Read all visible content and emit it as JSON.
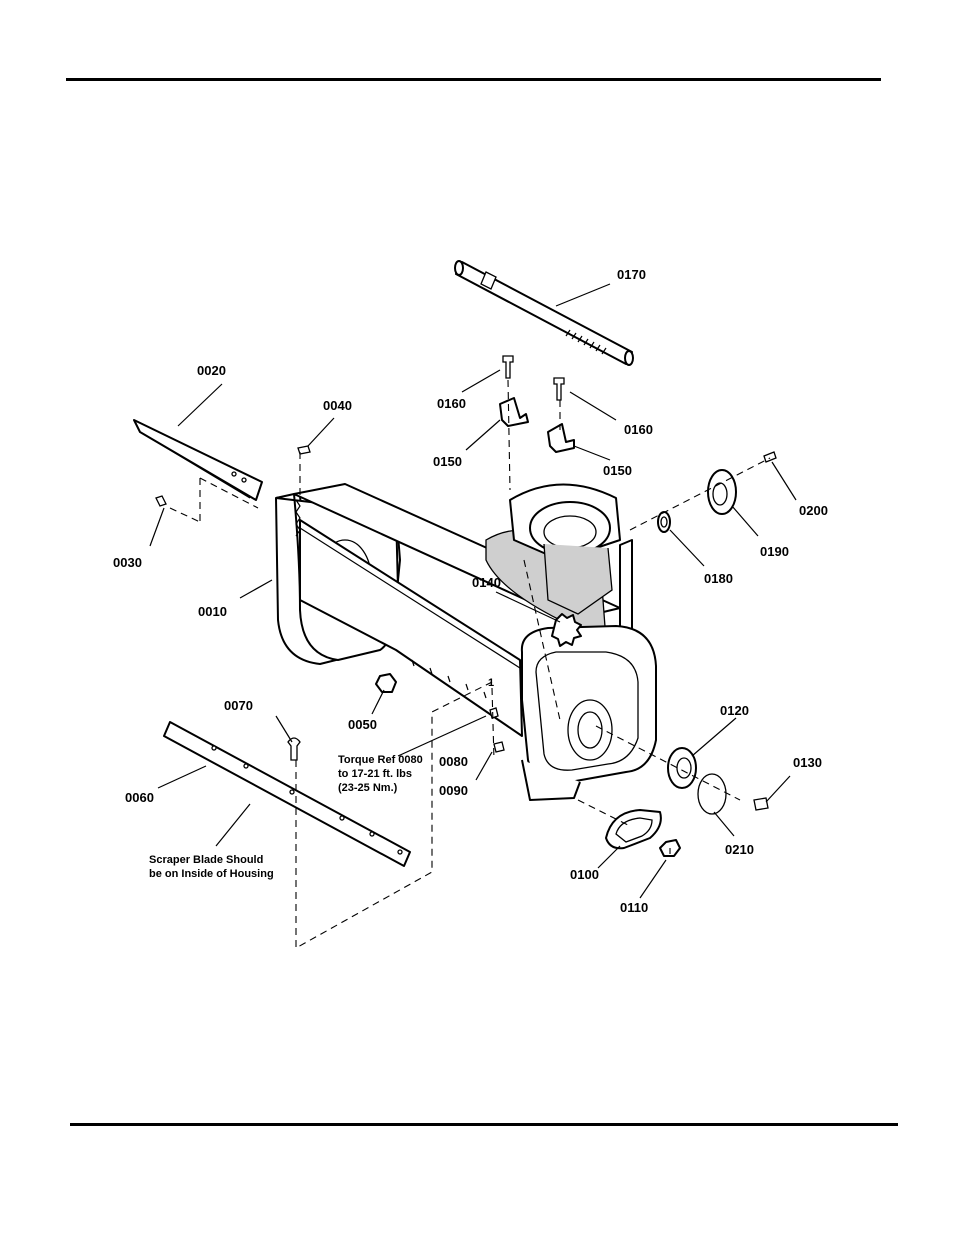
{
  "parts": [
    {
      "id": "p0010",
      "number": "0010"
    },
    {
      "id": "p0020",
      "number": "0020"
    },
    {
      "id": "p0030",
      "number": "0030"
    },
    {
      "id": "p0040",
      "number": "0040"
    },
    {
      "id": "p0050",
      "number": "0050"
    },
    {
      "id": "p0060",
      "number": "0060"
    },
    {
      "id": "p0070",
      "number": "0070"
    },
    {
      "id": "p0080",
      "number": "0080"
    },
    {
      "id": "p0090",
      "number": "0090"
    },
    {
      "id": "p0100",
      "number": "0100"
    },
    {
      "id": "p0110",
      "number": "0110"
    },
    {
      "id": "p0120",
      "number": "0120"
    },
    {
      "id": "p0130",
      "number": "0130"
    },
    {
      "id": "p0140",
      "number": "0140"
    },
    {
      "id": "p0150a",
      "number": "0150"
    },
    {
      "id": "p0150b",
      "number": "0150"
    },
    {
      "id": "p0160a",
      "number": "0160"
    },
    {
      "id": "p0160b",
      "number": "0160"
    },
    {
      "id": "p0170",
      "number": "0170"
    },
    {
      "id": "p0180",
      "number": "0180"
    },
    {
      "id": "p0190",
      "number": "0190"
    },
    {
      "id": "p0200",
      "number": "0200"
    },
    {
      "id": "p0210",
      "number": "0210"
    }
  ],
  "notes": {
    "torque_line1": "Torque Ref 0080",
    "torque_line2": "to 17-21 ft. lbs",
    "torque_line3": "(23-25 Nm.)",
    "scraper_line1": "Scraper Blade Should",
    "scraper_line2": "be on Inside of Housing",
    "marker": "1"
  }
}
